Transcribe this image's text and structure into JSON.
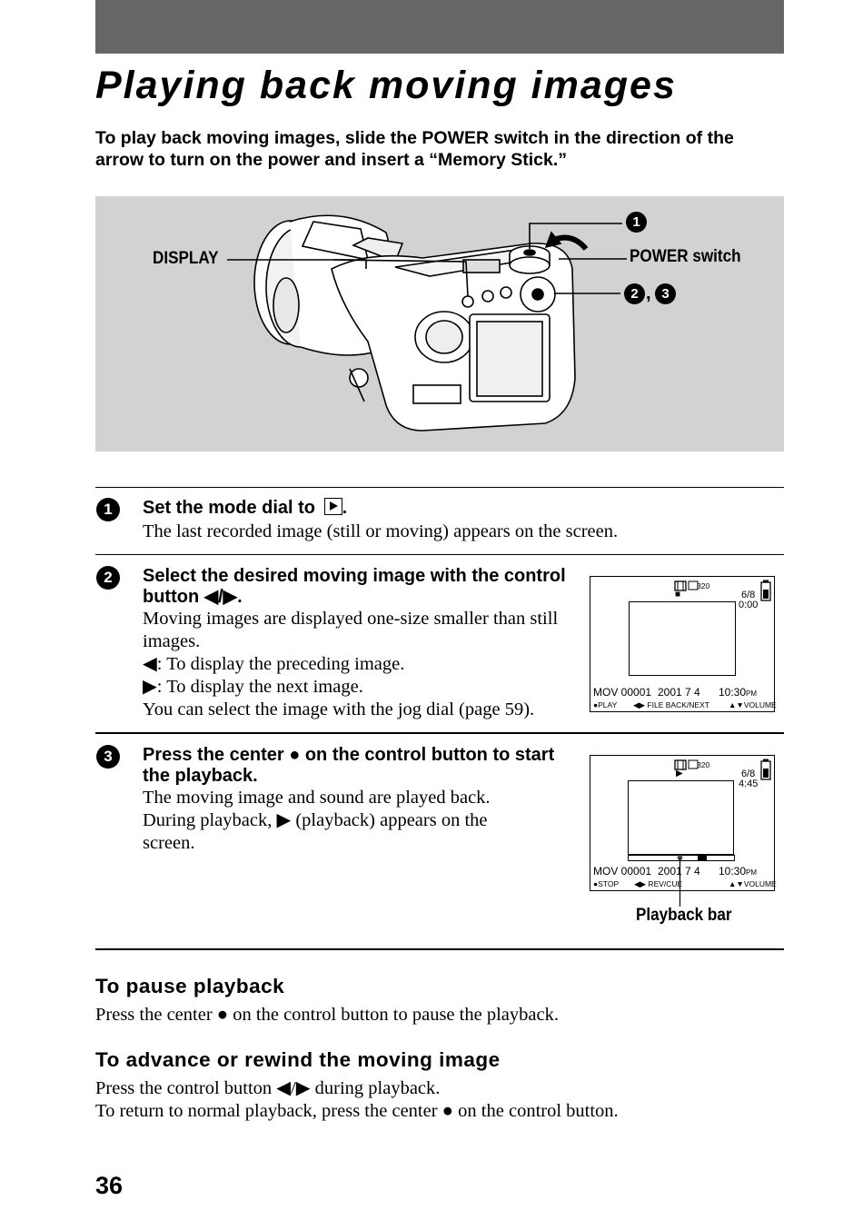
{
  "title": "Playing back moving images",
  "intro": "To play back moving images, slide the POWER switch in the direction of the arrow to turn on the power and insert a “Memory Stick.”",
  "figure": {
    "display_label": "DISPLAY",
    "power_label": "POWER switch",
    "callout_1": "1",
    "callout_2": "2",
    "callout_sep": ",",
    "callout_3": "3"
  },
  "steps": [
    {
      "number": "1",
      "heading": "Set the mode dial to",
      "heading_end": ".",
      "text": "The last recorded image (still or moving) appears on the screen."
    },
    {
      "number": "2",
      "heading": "Select the desired moving image with the control button ◀/▶.",
      "lines": [
        "Moving images are displayed one-size smaller than still images.",
        "◀: To display the preceding image.",
        "▶: To display the next image.",
        "You can select the image with the jog dial (page 59)."
      ],
      "screen": {
        "top_icons": "320",
        "status_symbol": "■",
        "counter": "6/8",
        "time": "0:00",
        "file": "MOV 00001",
        "date": "2001  7  4",
        "clock": "10:30",
        "ampm": "PM",
        "guide_left": "●PLAY",
        "guide_mid": "◀▶ FILE BACK/NEXT",
        "guide_right": "▲▼VOLUME"
      }
    },
    {
      "number": "3",
      "heading": "Press the center ● on the control button to start the playback.",
      "text": "The moving image and sound are played back. During playback, ▶ (playback) appears on the screen.",
      "screen": {
        "top_icons": "320",
        "status_symbol": "▶",
        "counter": "6/8",
        "time": "4:45",
        "file": "MOV 00001",
        "date": "2001  7  4",
        "clock": "10:30",
        "ampm": "PM",
        "guide_left": "●STOP",
        "guide_mid": "◀▶ REV/CUE",
        "guide_right": "▲▼VOLUME"
      },
      "playback_bar_label": "Playback bar"
    }
  ],
  "sections": [
    {
      "heading": "To pause playback",
      "lines": [
        "Press the center ● on the control button to pause the playback."
      ]
    },
    {
      "heading": "To advance or rewind the moving image",
      "lines": [
        "Press the control button ◀/▶ during playback.",
        "To return to normal playback, press the center ● on the control button."
      ]
    }
  ],
  "page_number": "36"
}
